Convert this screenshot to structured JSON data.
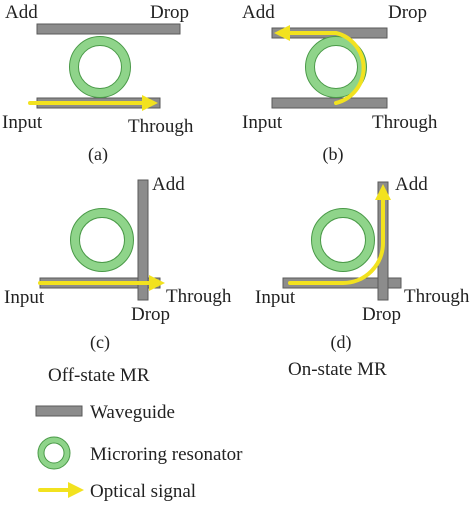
{
  "colors": {
    "waveguide_fill": "#8c8c8c",
    "waveguide_stroke": "#5a5a5a",
    "ring_fill": "#8fd48a",
    "ring_stroke": "#4a9a48",
    "signal": "#f2e21f",
    "text": "#222222"
  },
  "panels": {
    "a": {
      "add": "Add",
      "drop": "Drop",
      "input": "Input",
      "through": "Through",
      "caption": "(a)"
    },
    "b": {
      "add": "Add",
      "drop": "Drop",
      "input": "Input",
      "through": "Through",
      "caption": "(b)"
    },
    "c": {
      "add": "Add",
      "drop": "Drop",
      "input": "Input",
      "through": "Through",
      "caption": "(c)"
    },
    "d": {
      "add": "Add",
      "drop": "Drop",
      "input": "Input",
      "through": "Through",
      "caption": "(d)"
    }
  },
  "state_labels": {
    "off": "Off-state MR",
    "on": "On-state MR"
  },
  "legend": {
    "waveguide": "Waveguide",
    "microring": "Microring resonator",
    "signal": "Optical signal"
  },
  "icons": {
    "waveguide": "gray-bar-icon",
    "microring": "green-ring-icon",
    "signal": "yellow-arrow-icon"
  }
}
